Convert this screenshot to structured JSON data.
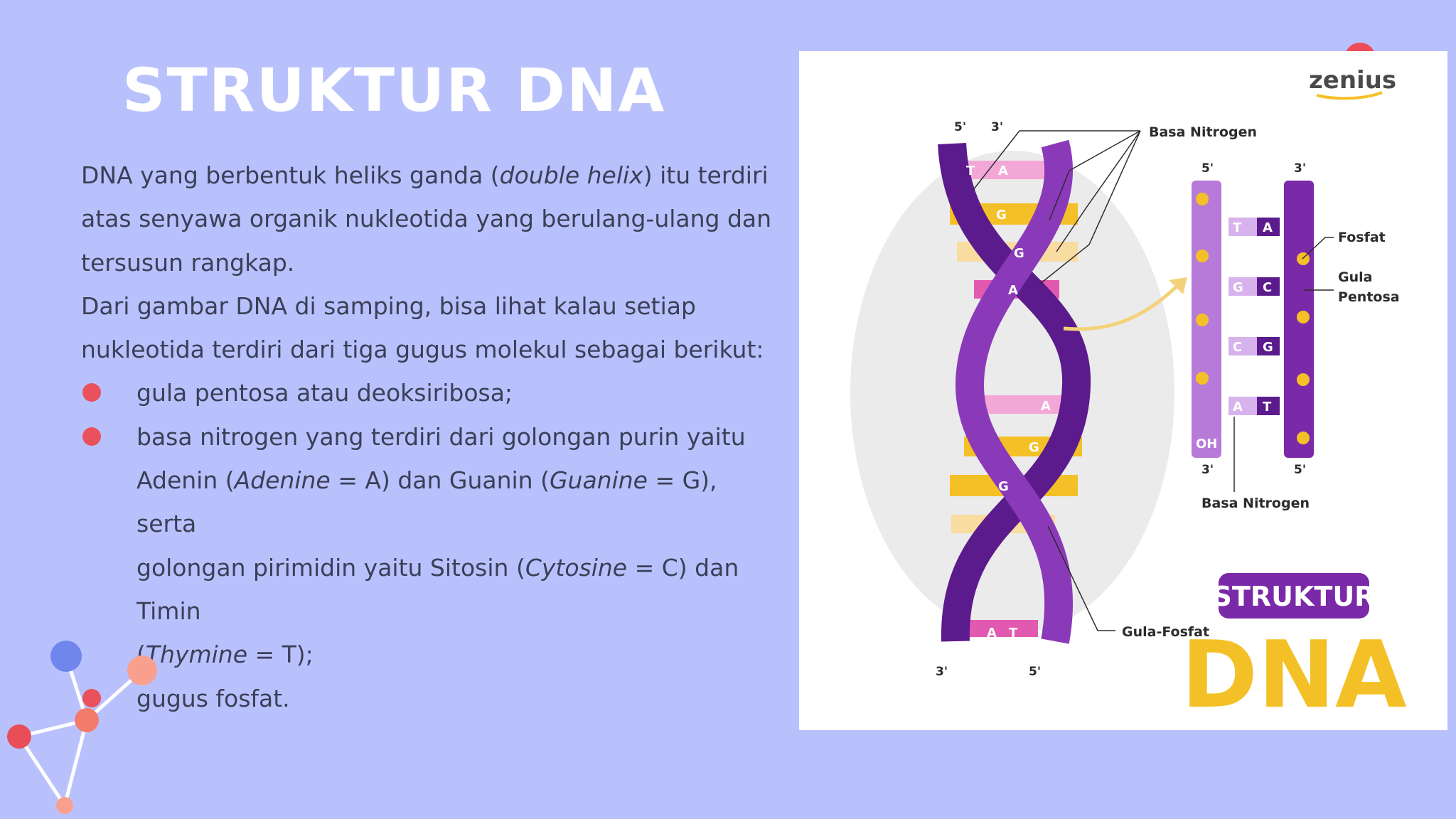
{
  "slide": {
    "title": "STRUKTUR DNA",
    "intro_line1_pre": "DNA yang berbentuk heliks ganda (",
    "intro_line1_em": "double helix",
    "intro_line1_post": ") itu terdiri",
    "intro_line2": "atas senyawa organik nukleotida yang berulang-ulang dan",
    "intro_line3": "tersusun rangkap.",
    "para2_line1": "Dari gambar DNA di samping, bisa lihat kalau setiap",
    "para2_line2": "nukleotida terdiri dari tiga gugus molekul sebagai berikut:",
    "bullets": {
      "b1": "gula pentosa atau deoksiribosa;",
      "b2": {
        "l1": "basa nitrogen yang terdiri dari golongan purin yaitu",
        "l2_a": "Adenin (",
        "l2_em1": "Adenine",
        "l2_b": " = A) dan Guanin (",
        "l2_em2": "Guanine",
        "l2_c": " = G), serta",
        "l3_a": "golongan pirimidin yaitu Sitosin (",
        "l3_em": "Cytosine",
        "l3_b": " = C) dan Timin",
        "l4_a": "(",
        "l4_em": "Thymine",
        "l4_b": " = T);"
      },
      "b3": "gugus fosfat."
    }
  },
  "figure": {
    "brand": "zenius",
    "label_basa_nitrogen_top": "Basa Nitrogen",
    "label_basa_nitrogen_bottom": "Basa Nitrogen",
    "label_fosfat": "Fosfat",
    "label_gula": "Gula",
    "label_pentosa": "Pentosa",
    "label_gula_fosfat": "Gula-Fosfat",
    "label_oh": "OH",
    "badge_line1": "STRUKTUR",
    "badge_line2": "DNA",
    "end_5": "5'",
    "end_3": "3'",
    "bases": {
      "a": "A",
      "t": "T",
      "g": "G",
      "c": "C"
    },
    "colors": {
      "purple": "#7a2aa8",
      "purple_light": "#b77ad8",
      "yellow": "#f4c027",
      "pink": "#e25ab0",
      "badge_bg": "#7a2aa8",
      "badge_text": "#f4c027"
    }
  },
  "decor": {
    "dot_color": "#e94e58"
  }
}
